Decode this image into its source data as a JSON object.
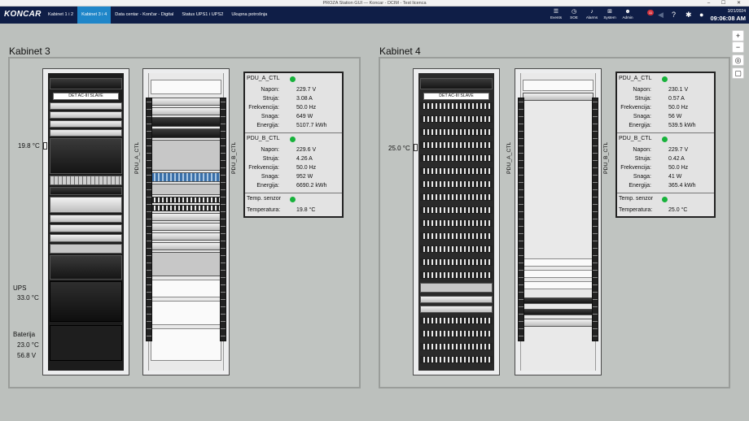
{
  "window": {
    "title": "PROZA Station GUI — Koncar - DCIM - Test licenca",
    "controls": "–  ☐  ✕"
  },
  "nav": {
    "logo": "KONCAR",
    "tabs": [
      {
        "label": "Kabinet 1 i 2",
        "active": false
      },
      {
        "label": "Kabinet 3 i 4",
        "active": true
      },
      {
        "label": "Data centar - Končar - Digital",
        "active": false
      },
      {
        "label": "Status UPS1 i UPS2",
        "active": false
      },
      {
        "label": "Ukupna potrošnja",
        "active": false
      }
    ],
    "icons": [
      {
        "label": "Events",
        "icon": "list-icon"
      },
      {
        "label": "SOE",
        "icon": "clock-icon"
      },
      {
        "label": "Alarms",
        "icon": "bell-icon"
      },
      {
        "label": "System",
        "icon": "network-icon"
      },
      {
        "label": "Admin",
        "icon": "users-icon"
      }
    ],
    "alarm_count": "11",
    "date": "3/21/2024",
    "time": "09:06:08 AM"
  },
  "tools": {
    "zoom_in": "+",
    "zoom_out": "−",
    "target": "◎",
    "note": "▢"
  },
  "kabinet3": {
    "title": "Kabinet 3",
    "rack_label": "DET AC-III SLAVE",
    "temp": "19.8 °C",
    "ups_label": "UPS",
    "ups_temp": "33.0 °C",
    "bat_label": "Baterija",
    "bat_temp": "23.0 °C",
    "bat_volt": "56.8 V",
    "pdu_a_vert": "PDU_A_CTL",
    "pdu_b_vert": "PDU_B_CTL",
    "info": {
      "pdu_a": {
        "title": "PDU_A_CTL",
        "napon": "229.7 V",
        "struja": "3.08 A",
        "frekvencija": "50.0 Hz",
        "snaga": "649 W",
        "energija": "5107.7 kWh"
      },
      "pdu_b": {
        "title": "PDU_B_CTL",
        "napon": "229.6 V",
        "struja": "4.26 A",
        "frekvencija": "50.0 Hz",
        "snaga": "952 W",
        "energija": "6690.2 kWh"
      },
      "temp": {
        "title": "Temp. senzor",
        "label": "Temperatura:",
        "value": "19.8 °C"
      }
    }
  },
  "kabinet4": {
    "title": "Kabinet 4",
    "rack_label": "DET AC-III SLAVE",
    "temp": "25.0 °C",
    "pdu_a_vert": "PDU_A_CTL",
    "pdu_b_vert": "PDU_B_CTL",
    "info": {
      "pdu_a": {
        "title": "PDU_A_CTL",
        "napon": "230.1 V",
        "struja": "0.57 A",
        "frekvencija": "50.0 Hz",
        "snaga": "56 W",
        "energija": "539.5 kWh"
      },
      "pdu_b": {
        "title": "PDU_B_CTL",
        "napon": "229.7 V",
        "struja": "0.42 A",
        "frekvencija": "50.0 Hz",
        "snaga": "41 W",
        "energija": "365.4 kWh"
      },
      "temp": {
        "title": "Temp. senzor",
        "label": "Temperatura:",
        "value": "25.0 °C"
      }
    }
  },
  "labels": {
    "napon": "Napon:",
    "struja": "Struja:",
    "frekvencija": "Frekvencija:",
    "snaga": "Snaga:",
    "energija": "Energija:"
  },
  "status_color": "#17b23b"
}
